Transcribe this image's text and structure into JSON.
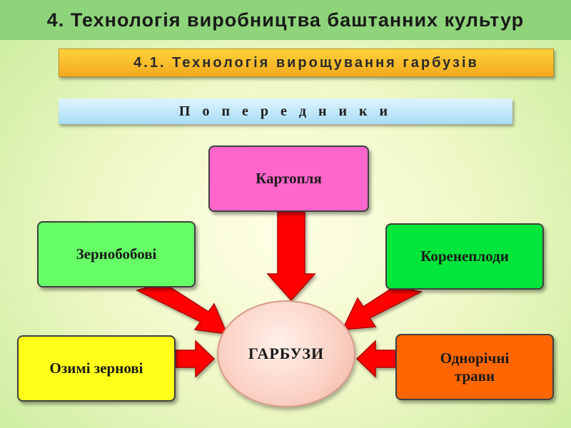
{
  "header": {
    "title": "4. Технологія виробництва баштанних культур"
  },
  "subheader": {
    "title": "4.1. Технологія вирощування гарбузів"
  },
  "section": {
    "title": "П о п е р е д н и к и"
  },
  "diagram": {
    "center": "ГАРБУЗИ",
    "nodes": {
      "potato": "Картопля",
      "legumes": "Зернобобові",
      "roots": "Коренеплоди",
      "winter": "Озимі зернові",
      "annual": "Однорічні\nтрави"
    },
    "colors": {
      "arrow": "#ff0000",
      "potato": "#ff66cc",
      "legumes": "#66ff66",
      "roots": "#00e63a",
      "winter": "#ffff1a",
      "annual": "#ff6600",
      "header_bg": "#8ed47a",
      "subheader_bg": "#f3a91d",
      "section_bg": "#a8dcf4"
    }
  }
}
